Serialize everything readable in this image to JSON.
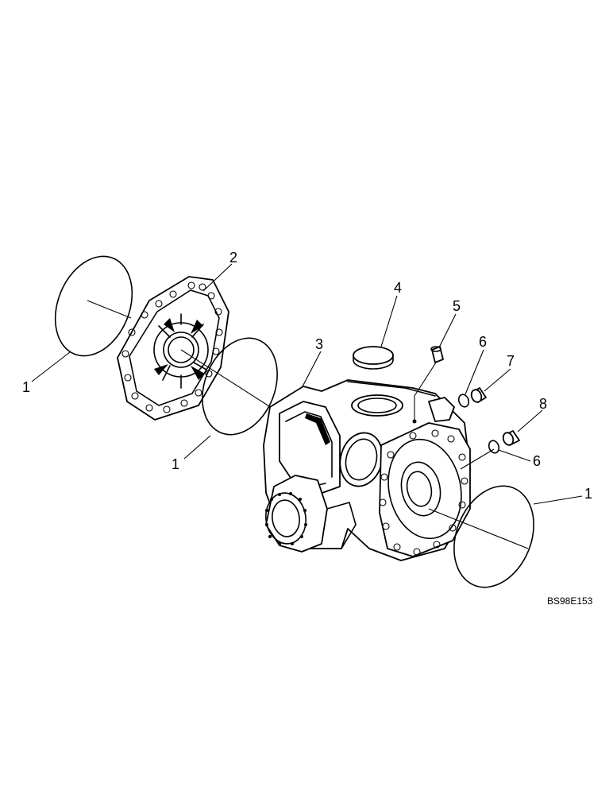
{
  "callouts": [
    "1",
    "2",
    "1",
    "3",
    "4",
    "5",
    "6",
    "7",
    "8",
    "6",
    "1"
  ],
  "drawing_code": "BS98E153"
}
